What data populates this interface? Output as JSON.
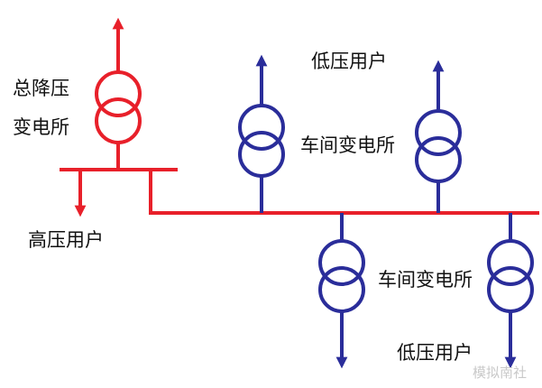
{
  "colors": {
    "primary_side": "#e8202a",
    "secondary_side": "#2a2d9a",
    "text": "#111111"
  },
  "labels": {
    "main_substation_line1": "总降压",
    "main_substation_line2": "变电所",
    "high_voltage_users": "高压用户",
    "low_voltage_users_top": "低压用户",
    "workshop_substation_top": "车间变电所",
    "workshop_substation_bottom": "车间变电所",
    "low_voltage_users_bottom": "低压用户"
  },
  "watermark": "模拟南社"
}
